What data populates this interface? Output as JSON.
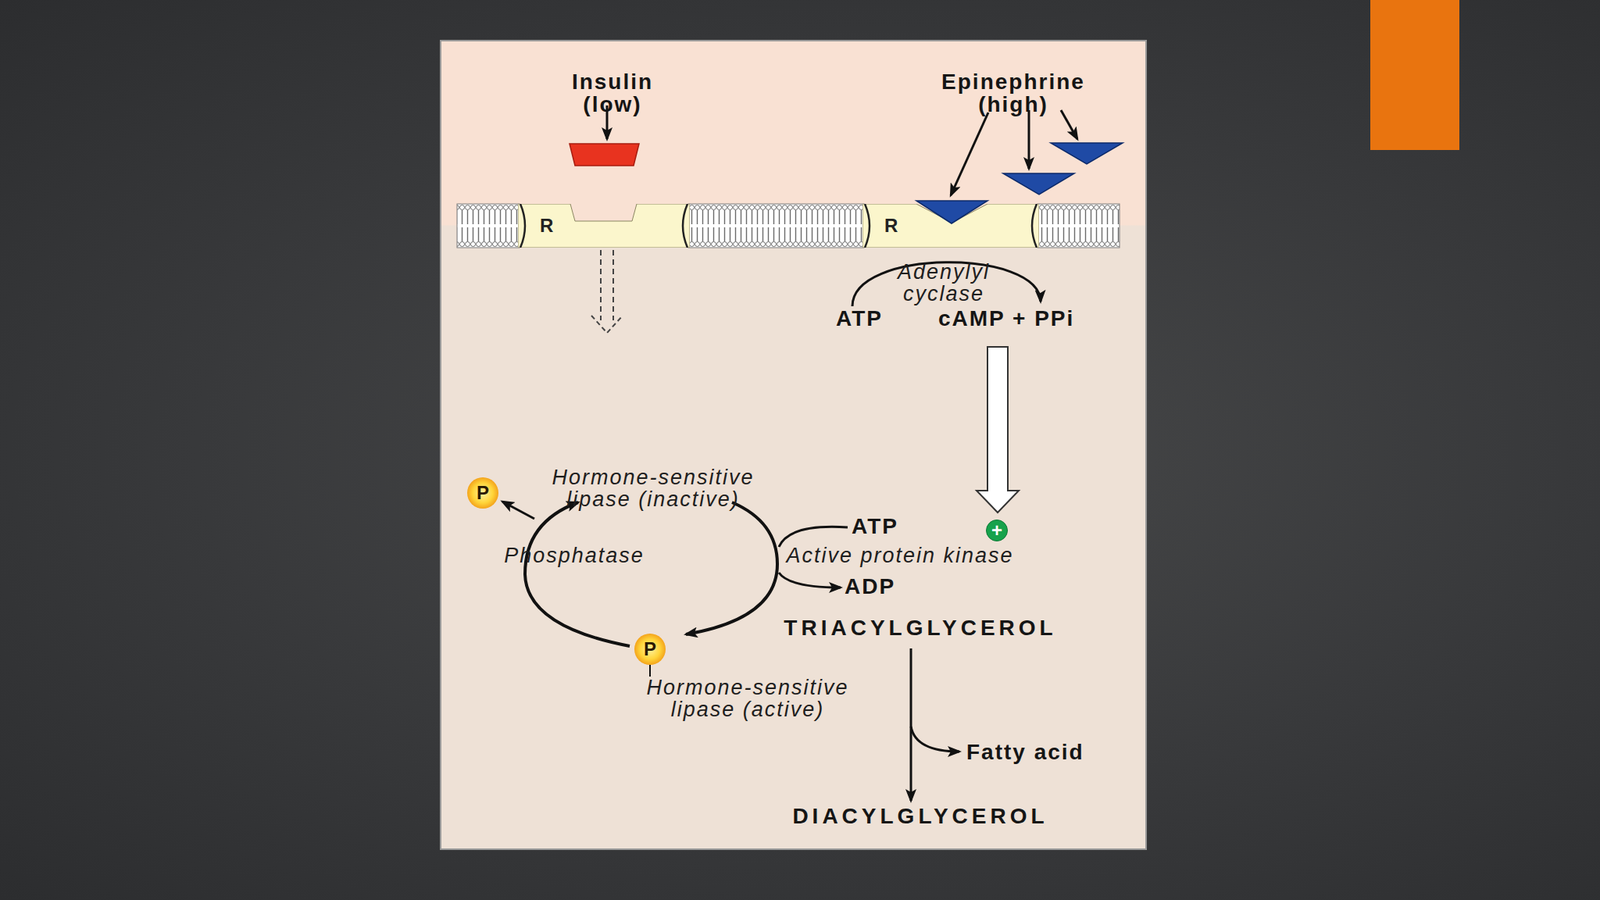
{
  "diagram": {
    "nodes": [
      {
        "text": [
          "R"
        ]
      },
      {
        "text": [
          "R"
        ]
      },
      {
        "text": [
          "P"
        ]
      },
      {
        "text": [
          "+"
        ]
      },
      {
        "text": [
          "P"
        ]
      }
    ],
    "labels": [
      "Insulin (low)",
      "Epinephrine (high)",
      "Adenylyl cyclase",
      "ATP",
      "cAMP + PPi",
      "Hormone-sensitive lipase (inactive)",
      "ATP",
      "Phosphatase",
      "Active protein kinase",
      "ADP",
      "TRIACYLGLYCEROL",
      "Hormone-sensitive lipase (active)",
      "Fatty acid",
      "DIACYLGLYCEROL"
    ]
  }
}
